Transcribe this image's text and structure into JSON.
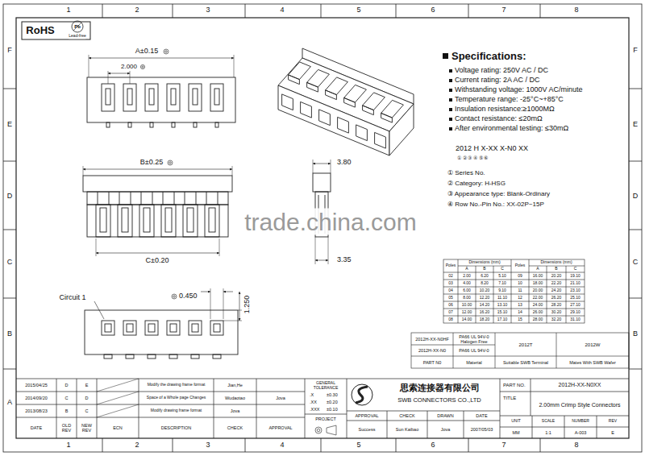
{
  "diagram": {
    "labels": [
      "1",
      "2",
      "3",
      "4",
      "5",
      "6",
      "7",
      "8",
      "1",
      "2",
      "3",
      "4",
      "5",
      "6",
      "7",
      "8",
      "F",
      "E",
      "D",
      "C",
      "B",
      "A",
      "F",
      "E",
      "D",
      "C",
      "B",
      "RoHS",
      "Pb",
      "Lead-free",
      "A±0.15",
      "2.000",
      "B±0.25",
      "C±0.20",
      "3.80",
      "3.35",
      "Circuit 1",
      "0.450",
      "1.250",
      "Specifications:",
      "Voltage rating: 250V AC / DC",
      "Current rating: 2A  AC / DC",
      "Withstanding voltage: 1000V AC/minute",
      "Temperature range: -25°C~+85°C",
      "Insulation resistance:≥1000MΩ",
      "Contact resistance: ≤20mΩ",
      "After environmental testing: ≤30mΩ",
      "2012 H X-XX X-N0 XX",
      "① ② ③ ④ ⑤ ⑥",
      "① Series No.",
      "② Category: H-HSG",
      "③ Appearance type:  Blank-Ordinary",
      "④ Row No.-Pin No.: XX-02P~15P",
      "trade.china.com",
      "Poles",
      "Dimensions (mm)",
      "Poles",
      "Dimensions (mm)",
      "A",
      "B",
      "C",
      "A",
      "B",
      "C",
      "02",
      "2.00",
      "6.20",
      "5.10",
      "09",
      "16.00",
      "20.20",
      "19.10",
      "03",
      "4.00",
      "8.20",
      "7.10",
      "10",
      "18.00",
      "22.20",
      "21.10",
      "04",
      "6.00",
      "10.20",
      "9.10",
      "11",
      "20.00",
      "24.20",
      "23.10",
      "05",
      "8.00",
      "12.20",
      "11.10",
      "12",
      "22.00",
      "26.20",
      "25.10",
      "06",
      "10.00",
      "14.20",
      "13.10",
      "13",
      "24.00",
      "28.20",
      "27.10",
      "07",
      "12.00",
      "16.20",
      "15.10",
      "14",
      "26.00",
      "30.20",
      "29.10",
      "08",
      "14.00",
      "18.20",
      "17.10",
      "15",
      "28.00",
      "32.20",
      "31.10",
      "2012H-XX-N0HF",
      "PA66 UL 94V-0 Halogen Free",
      "2012H-XX-N0",
      "PA66 UL 94V-0",
      "2012T",
      "2012W",
      "PART N0",
      "Material",
      "Suitable SWB Terminal",
      "Mates With SWB Wafer",
      "2015/04/25",
      "D",
      "E",
      "Modify the drawing frame format",
      "Jian,He",
      "2014/09/20",
      "C",
      "D",
      "Space of a Whole page Changes",
      "Wudaotao",
      "Jova",
      "2013/08/23",
      "B",
      "C",
      "Modify drawing frame format",
      "Jova",
      "DATE",
      "OLD REV",
      "NEW REV",
      "ECN",
      "DESCRIPTION",
      "CHECK",
      "APPROVAL",
      "GENERAL TOLERANCE",
      ".X",
      "±0.30",
      ".XX",
      "±0.20",
      ".XXX",
      "±0.10",
      "PROJECT",
      "思索连接器有限公司",
      "SWB CONNECTORS CO.,LTD",
      "APPROVAL",
      "CHECK",
      "DRAWN",
      "DATE",
      "Success",
      "Sun Kaibao",
      "Jova",
      "2007/05/03",
      "PART NO.",
      "2012H-XX-N0XX",
      "TITLE",
      "2.00mm Crimp Style Connectors",
      "UNIT",
      "SCALE",
      "NUMBER",
      "REV",
      "MM",
      "1:1",
      "A-003",
      "E"
    ]
  }
}
